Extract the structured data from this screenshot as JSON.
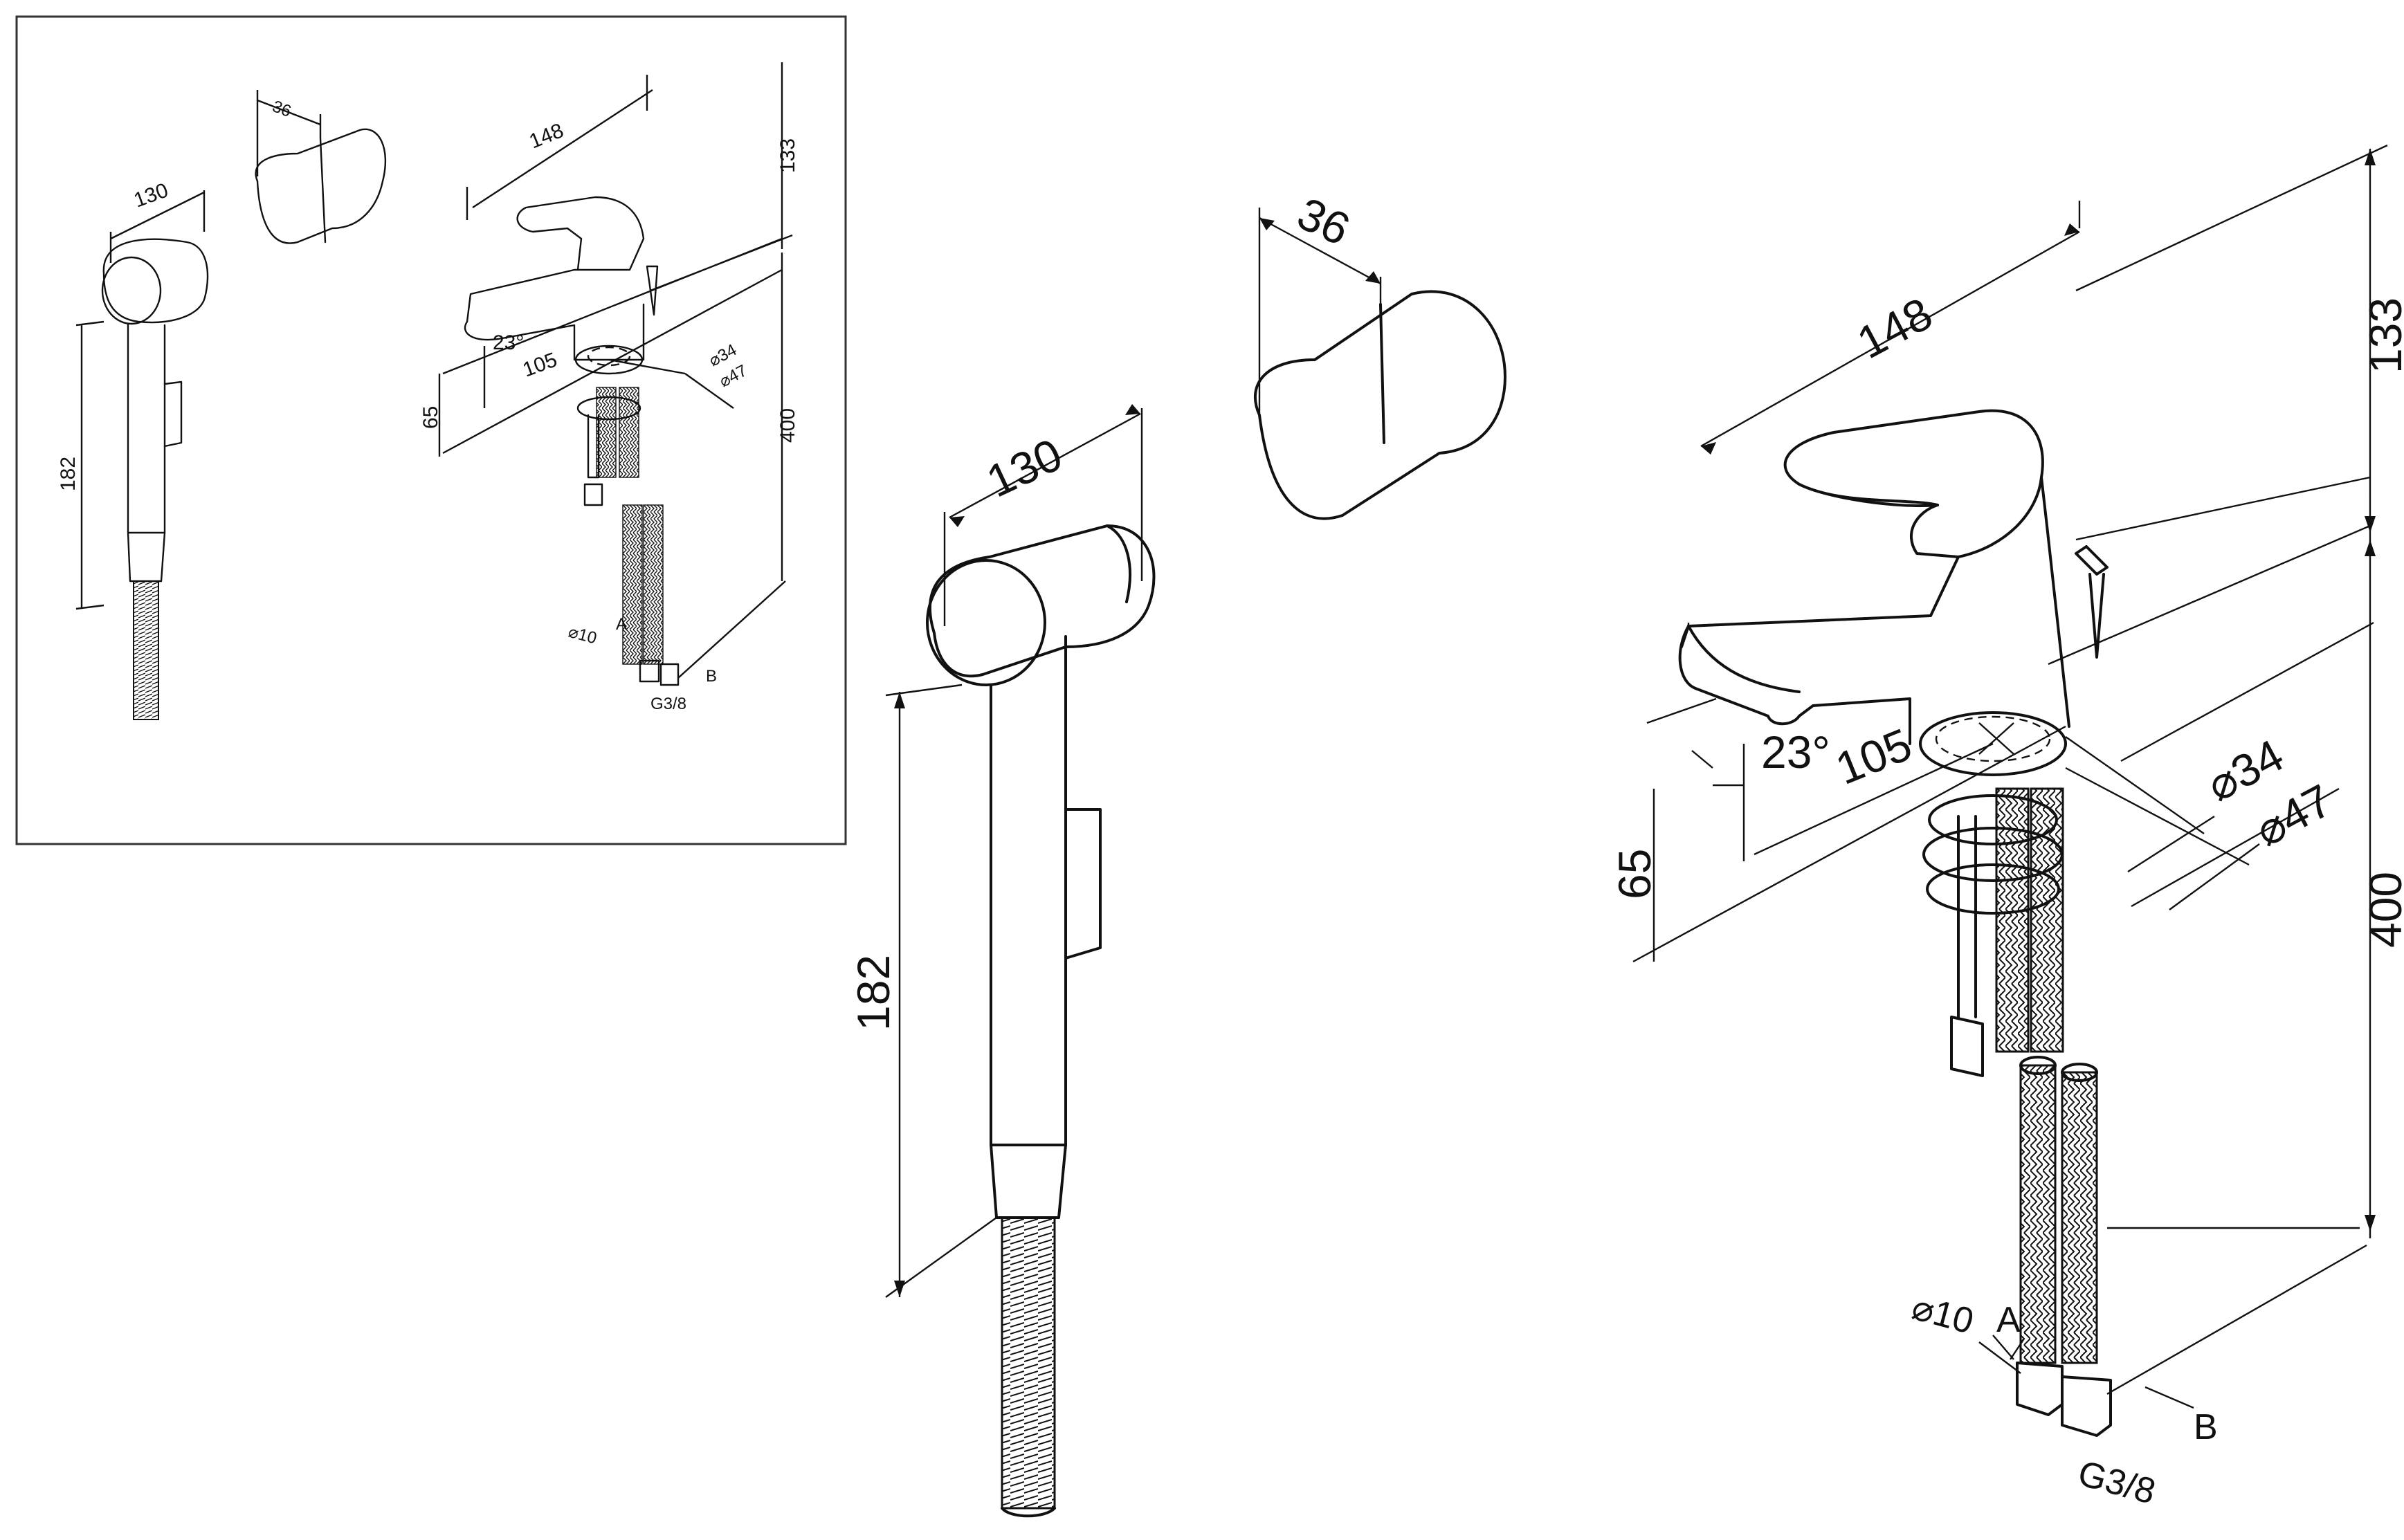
{
  "overview": {
    "dims": {
      "hose_width": "130",
      "holder_width": "36",
      "handle_length": "148",
      "height_top": "133",
      "length_182": "182",
      "angle": "23°",
      "reach": "105",
      "height_65": "65",
      "diam_34": "⌀34",
      "diam_47": "⌀47",
      "height_400": "400",
      "diam_10": "⌀10",
      "port_a": "A",
      "port_b": "B",
      "thread": "G3/8"
    }
  },
  "detail": {
    "dims": {
      "hose_width": "130",
      "holder_width": "36",
      "handle_length": "148",
      "height_top": "133",
      "length_182": "182",
      "angle": "23°",
      "reach": "105",
      "height_65": "65",
      "diam_34": "⌀34",
      "diam_47": "⌀47",
      "height_400": "400",
      "diam_10": "⌀10",
      "port_a": "A",
      "port_b": "B",
      "thread": "G3/8"
    }
  }
}
